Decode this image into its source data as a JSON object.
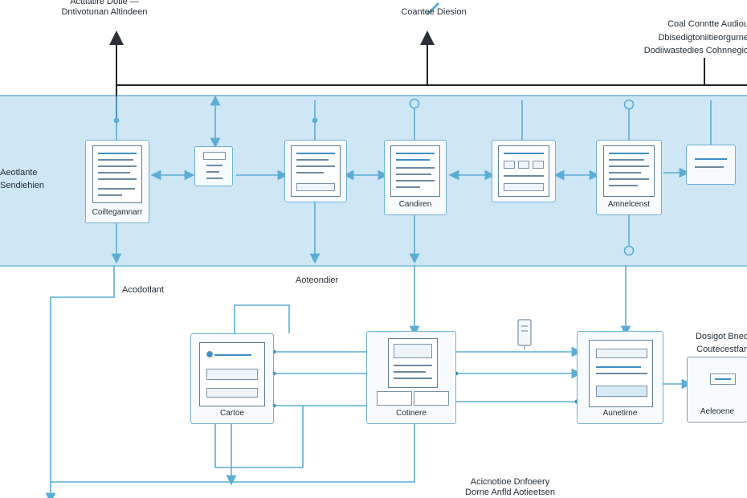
{
  "top_labels": {
    "left_line1": "Acttiatire Dotie —",
    "left_line2": "Dntivotunan Altindeen",
    "center": "Coantee Diesion",
    "right_line1": "Coal Conntte Audiou",
    "right_line2": "Dbisedigtoniitieorgurne",
    "right_line3": "Dodiiwastedies Cohnnegio"
  },
  "band_label": {
    "line1": "Aeotlante",
    "line2": "Sendiehien"
  },
  "band_cards": {
    "card1": "Coiltegamnarr",
    "card4": "Candiren",
    "card6": "Amnelcenst"
  },
  "mid_labels": {
    "left": "Acodotlant",
    "center": "Aoteondier"
  },
  "lower_cards": {
    "left": "Cartoe",
    "middle": "Cotinere",
    "right": "Aunetirne"
  },
  "right_lower": {
    "heading_line1": "Dosigot Bneo",
    "heading_line2": "Coutecestfan",
    "card": "Aeleoene"
  },
  "bottom_label": {
    "line1": "Acicnotioe Dnfoeery",
    "line2": "Dorne Anfld Aotieetsen"
  },
  "colors": {
    "band": "#cfe6f5",
    "connector": "#5aaed6",
    "dark_line": "#1d2428",
    "card_border": "#6fb1d4"
  }
}
